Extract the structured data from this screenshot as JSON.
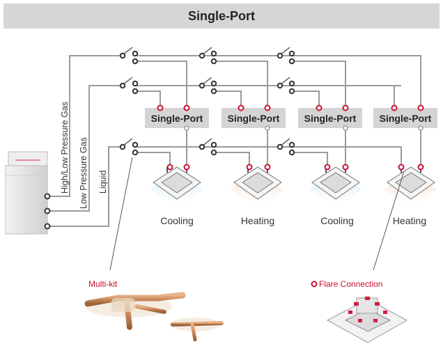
{
  "title": "Single-Port",
  "single_port_label": "Single-Port",
  "pipe_labels": [
    "High/Low Pressure Gas",
    "Low Pressure Gas",
    "Liquid"
  ],
  "unit_modes": [
    "Cooling",
    "Heating",
    "Cooling",
    "Heating"
  ],
  "multikit_label": "Multi-kit",
  "flare_label": "Flare Connection",
  "colors": {
    "pipe": "#9a9a9a",
    "port_red": "#c8102e",
    "title_bg": "#d6d6d6",
    "box_bg": "#d4d4d4",
    "copper": "#c98a5c"
  }
}
